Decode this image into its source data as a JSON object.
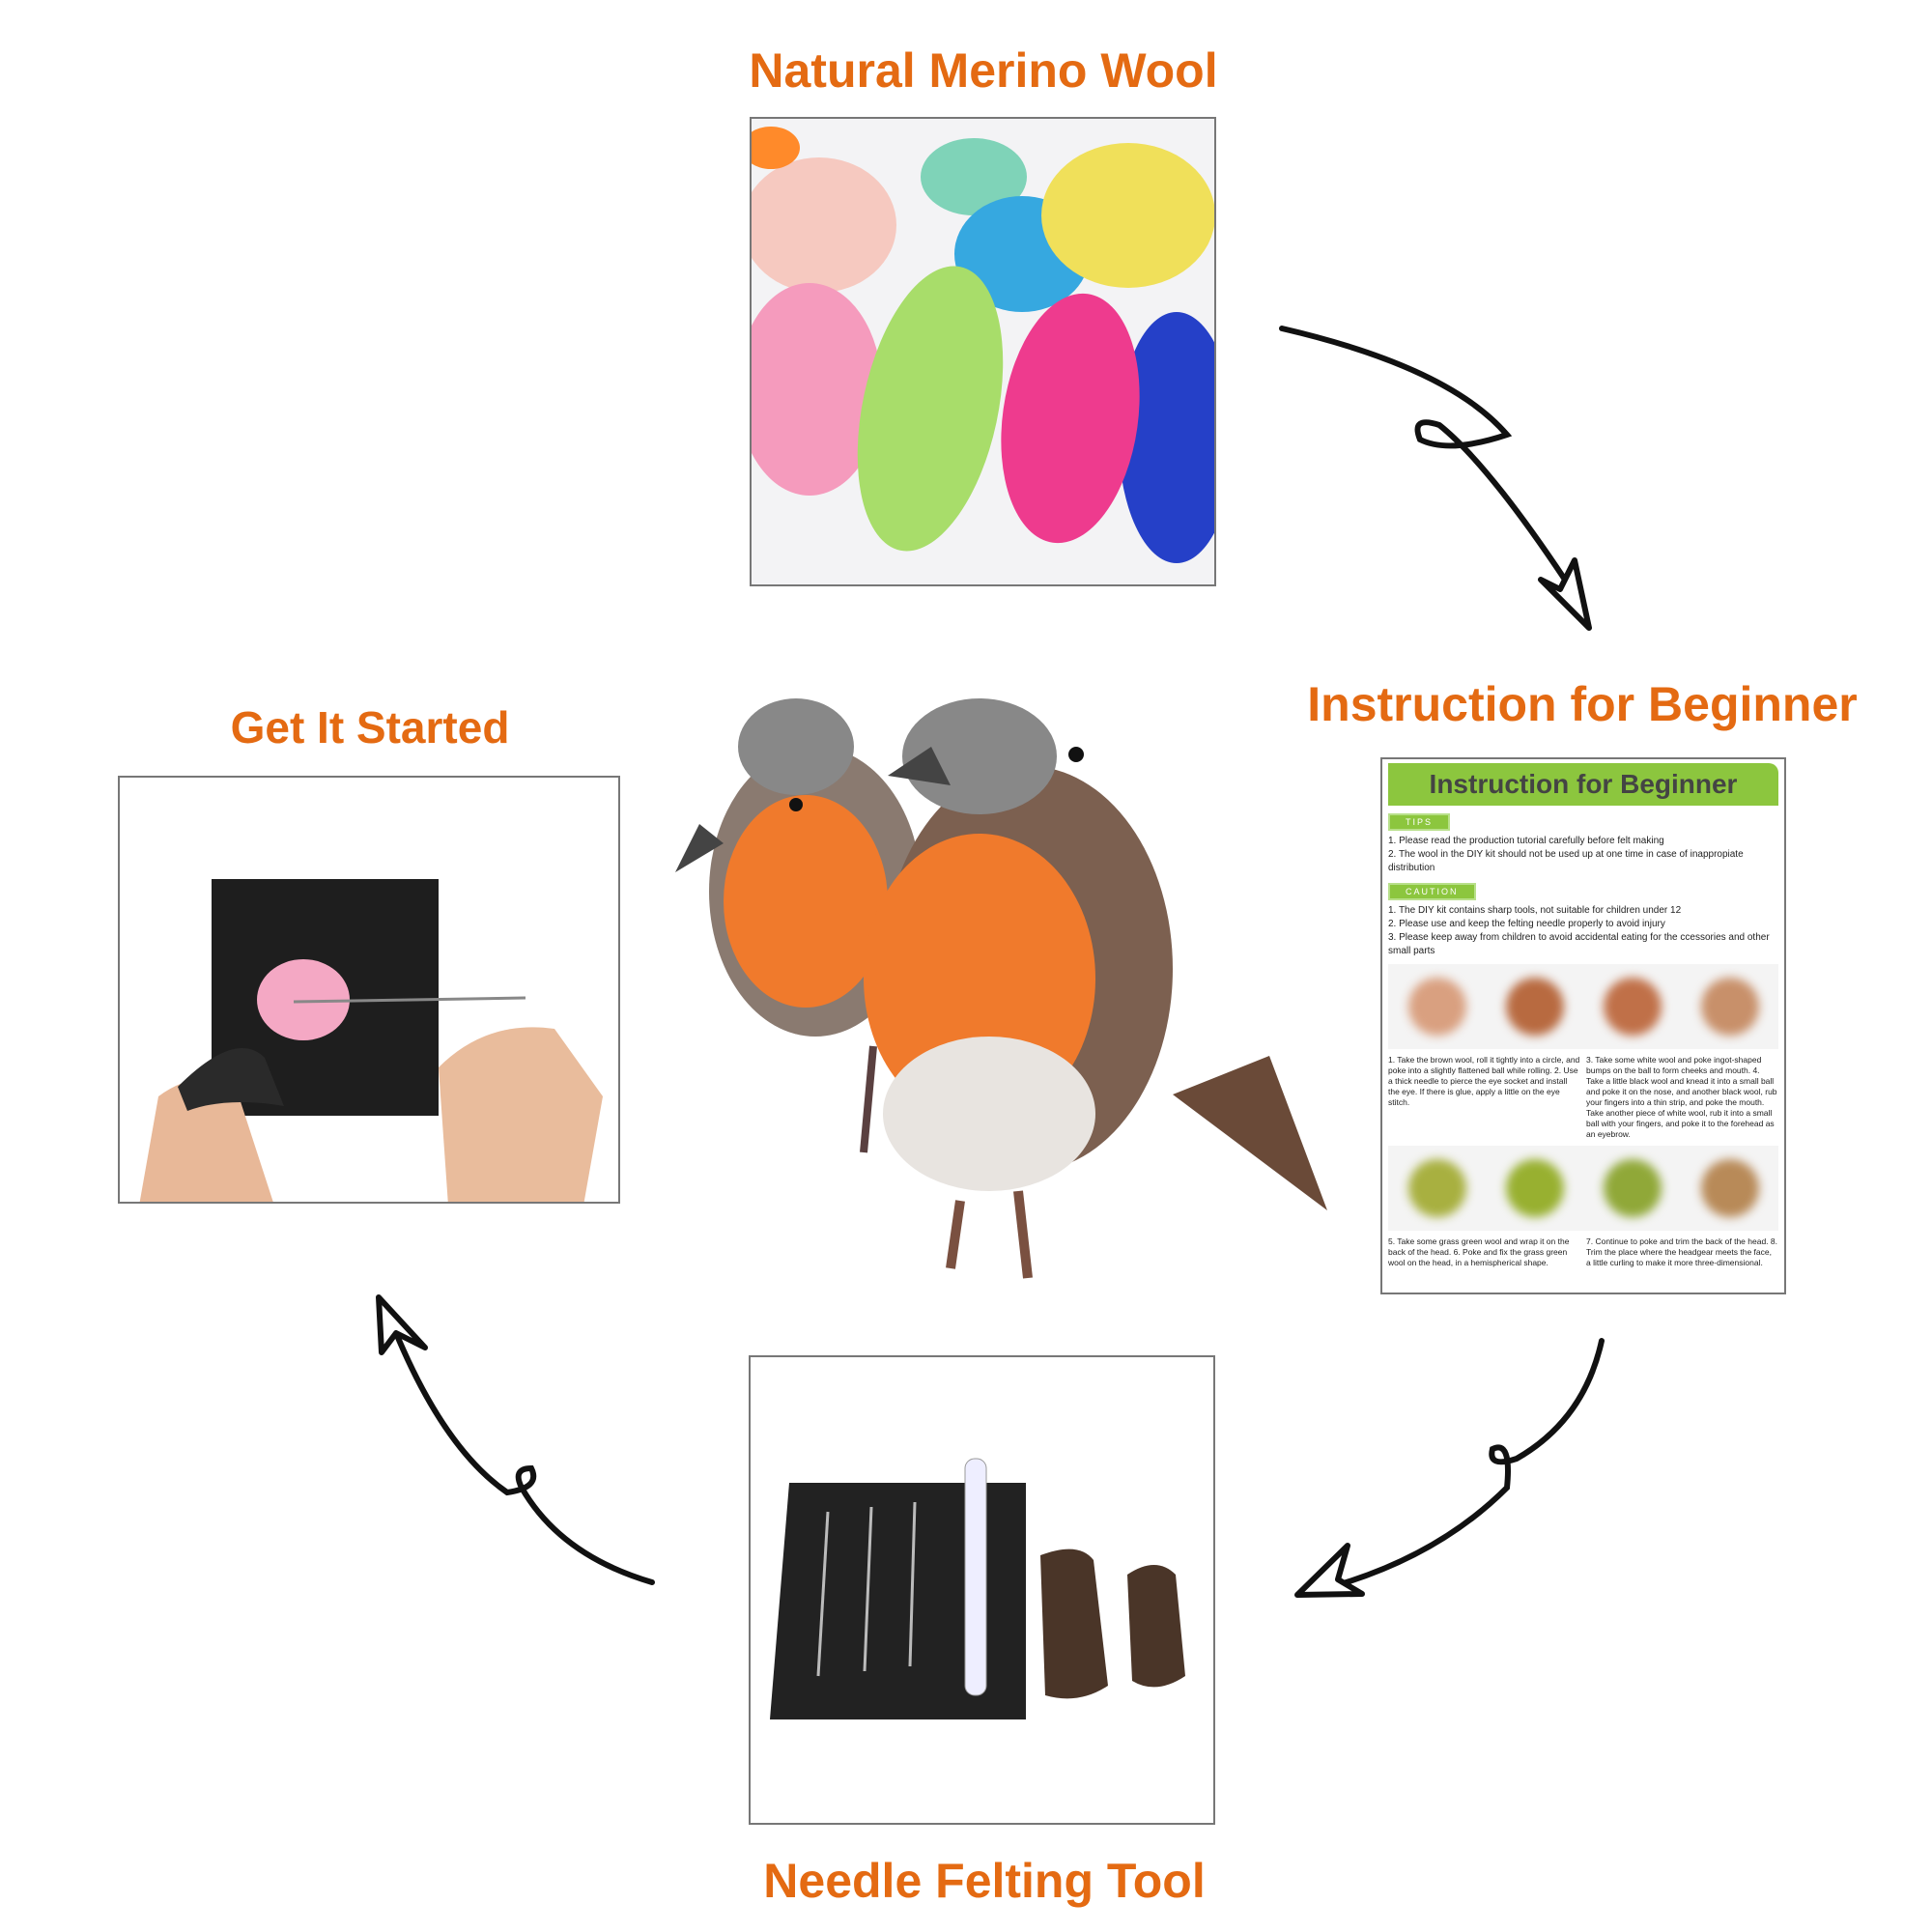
{
  "titles": {
    "wool": "Natural Merino Wool",
    "instruction": "Instruction for Beginner",
    "started": "Get It Started",
    "tool": "Needle Felting Tool"
  },
  "card": {
    "header": "Instruction for Beginner",
    "tips_label": "TIPS",
    "tips": [
      "1. Please read the production tutorial carefully before felt making",
      "2. The wool in the DIY kit should not be used up at one time in case of inappropiate distribution"
    ],
    "caution_label": "CAUTION",
    "caution": [
      "1. The DIY kit contains sharp tools, not suitable for children under 12",
      "2. Please use and keep the felting needle properly to avoid injury",
      "3. Please keep away from children to avoid accidental eating for the ccessories and other small parts"
    ],
    "steps_a_left": "1. Take the brown wool, roll it tightly into a circle, and poke into a slightly flattened ball while rolling. 2. Use a thick needle to pierce the eye socket and install the eye. If there is glue, apply a little on the eye stitch.",
    "steps_a_right": "3. Take some white wool and poke ingot-shaped bumps on the ball to form cheeks and mouth. 4. Take a little black wool and knead it into a small ball and poke it on the nose, and another black wool, rub your fingers into a thin strip, and poke the mouth. Take another piece of white wool, rub it into a small ball with your fingers, and poke it to the forehead as an eyebrow.",
    "steps_b_left": "5. Take some grass green wool and wrap it on the back of the head. 6. Poke and fix the grass green wool on the head, in a hemispherical shape.",
    "steps_b_right": "7. Continue to poke and trim the back of the head. 8. Trim the place where the headgear meets the face, a little curling to make it more three-dimensional."
  },
  "colors": {
    "accent": "#e46a12",
    "green": "#8cc63e"
  }
}
